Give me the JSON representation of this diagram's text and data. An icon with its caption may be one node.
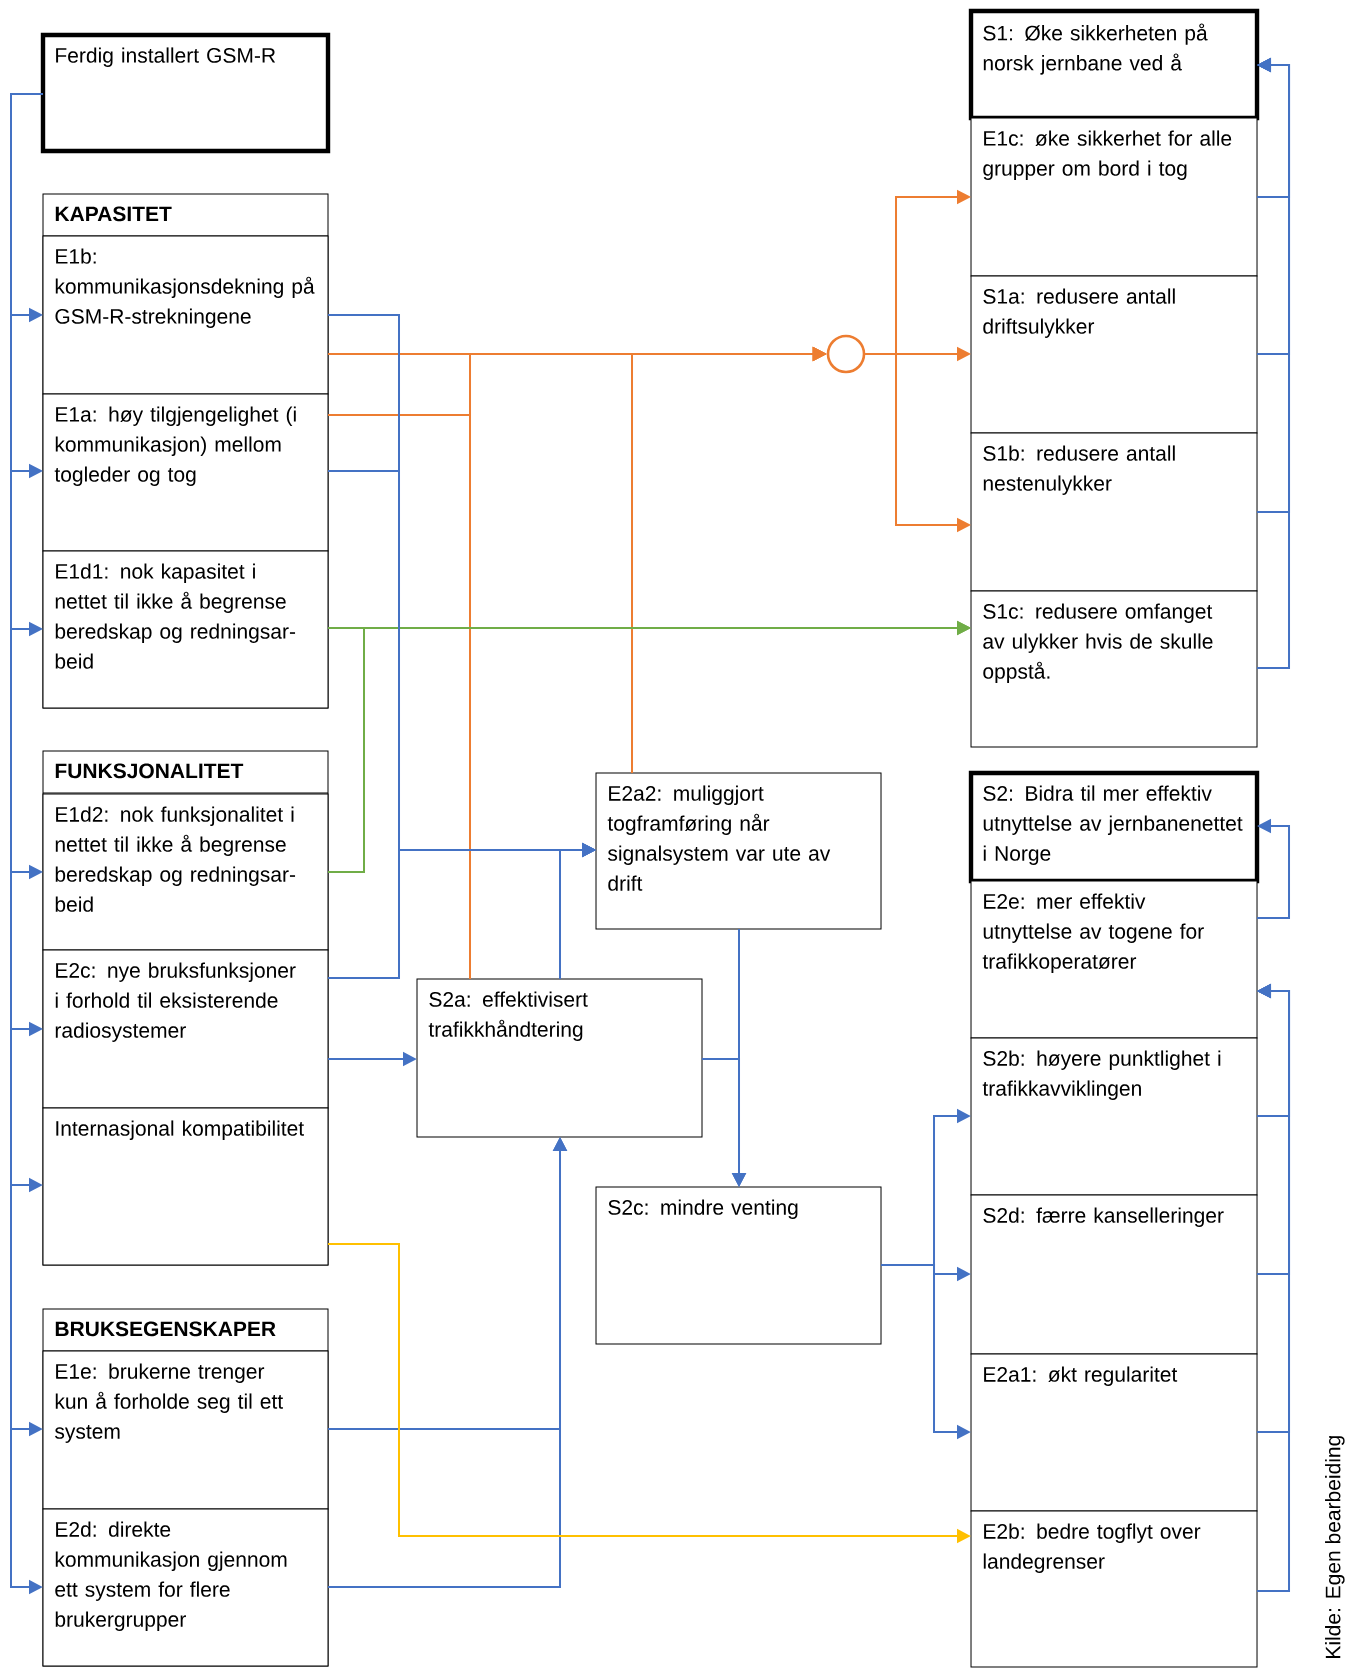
{
  "diagram": {
    "nodes": [
      {
        "text": [
          "Ferdig installert GSM-R"
        ]
      },
      {
        "text": [
          "KAPASITET"
        ]
      },
      {
        "text": [
          "E1b: kommunikasjonsdekning på GSM-R-strekningene"
        ],
        "in": 1
      },
      {
        "text": [
          "E1a: høy tilgjengelighet (i kommunikasjon) mellom togleder og tog"
        ],
        "in": 1
      },
      {
        "text": [
          "E1d1: nok kapasitet i nettet til ikke å begrense beredskap og redningsar-beid"
        ],
        "in": 1
      },
      {
        "text": [
          "FUNKSJONALITET"
        ]
      },
      {
        "text": [
          "E1d2: nok funksjonalitet i nettet til ikke å begrense beredskap og redningsar-beid"
        ],
        "in": 5
      },
      {
        "text": [
          "E2c: nye bruksfunksjoner i forhold til eksisterende radiosystemer"
        ],
        "in": 5
      },
      {
        "text": [
          "Internasjonal kompatibilitet"
        ],
        "in": 5
      },
      {
        "text": [
          "BRUKSEGENSKAPER"
        ]
      },
      {
        "text": [
          "E1e: brukerne trenger kun å forholde seg til ett system"
        ],
        "in": 9
      },
      {
        "text": [
          "E2d: direkte kommunikasjon gjennom ett system for flere brukergrupper"
        ],
        "in": 9
      },
      {
        "text": [
          "S1: Øke sikkerheten på norsk jernbane ved å"
        ]
      },
      {
        "text": [
          "E1c: øke sikkerhet for alle grupper om bord i tog"
        ]
      },
      {
        "text": [
          "S1a: redusere antall driftsulykker"
        ]
      },
      {
        "text": [
          "S1b: redusere antall nestenulykker"
        ]
      },
      {
        "text": [
          "S1c: redusere omfanget av ulykker hvis de skulle oppstå."
        ]
      },
      {
        "text": [],
        "shape": "circle"
      },
      {
        "text": [
          "E2a2: muliggjort togframføring når signalsystem var ute av drift"
        ]
      },
      {
        "text": [
          "S2a: effektivisert trafikkhåndtering"
        ]
      },
      {
        "text": [
          "S2c: mindre venting"
        ]
      },
      {
        "text": [
          "S2: Bidra til mer effektiv utnyttelse av jernbanenettet i Norge"
        ]
      },
      {
        "text": [
          "E2e: mer effektiv utnyttelse av togene for trafikkoperatører"
        ]
      },
      {
        "text": [
          "S2b: høyere punktlighet i trafikkavviklingen"
        ]
      },
      {
        "text": [
          "S2d: færre kanselleringer"
        ]
      },
      {
        "text": [
          "E2a1: økt regularitet"
        ]
      },
      {
        "text": [
          "E2b: bedre togflyt over landegrenser"
        ]
      }
    ],
    "edges": [
      {
        "from": 0,
        "to": 2,
        "arrow": "to"
      },
      {
        "from": 0,
        "to": 3,
        "arrow": "to"
      },
      {
        "from": 0,
        "to": 4,
        "arrow": "to"
      },
      {
        "from": 0,
        "to": 6,
        "arrow": "to"
      },
      {
        "from": 0,
        "to": 7,
        "arrow": "to"
      },
      {
        "from": 0,
        "to": 8,
        "arrow": "to"
      },
      {
        "from": 0,
        "to": 10,
        "arrow": "to"
      },
      {
        "from": 0,
        "to": 11,
        "arrow": "to"
      },
      {
        "from": 2,
        "to": 17,
        "arrow": "to",
        "color": "#ed7d31"
      },
      {
        "from": 3,
        "to": 17,
        "arrow": "to",
        "color": "#ed7d31"
      },
      {
        "from": 19,
        "to": 17,
        "arrow": "to",
        "color": "#ed7d31"
      },
      {
        "from": 18,
        "to": 17,
        "arrow": "to",
        "color": "#ed7d31"
      },
      {
        "from": 17,
        "to": 13,
        "arrow": "to",
        "color": "#ed7d31"
      },
      {
        "from": 17,
        "to": 14,
        "arrow": "to",
        "color": "#ed7d31"
      },
      {
        "from": 17,
        "to": 15,
        "arrow": "to",
        "color": "#ed7d31"
      },
      {
        "from": 4,
        "to": 16,
        "arrow": "to",
        "color": "#70ad47"
      },
      {
        "from": 6,
        "to": 16,
        "arrow": "to",
        "color": "#70ad47"
      },
      {
        "from": 2,
        "to": 18,
        "arrow": "to"
      },
      {
        "from": 3,
        "to": 18,
        "arrow": "to"
      },
      {
        "from": 7,
        "to": 18,
        "arrow": "to"
      },
      {
        "from": 19,
        "to": 18,
        "arrow": "to"
      },
      {
        "from": 7,
        "to": 19,
        "arrow": "to"
      },
      {
        "from": 10,
        "to": 19,
        "arrow": "to"
      },
      {
        "from": 11,
        "to": 19,
        "arrow": "to"
      },
      {
        "from": 18,
        "to": 20,
        "arrow": "to"
      },
      {
        "from": 19,
        "to": 20,
        "arrow": "to"
      },
      {
        "from": 20,
        "to": 23,
        "arrow": "to"
      },
      {
        "from": 20,
        "to": 24,
        "arrow": "to"
      },
      {
        "from": 20,
        "to": 25,
        "arrow": "to"
      },
      {
        "from": 8,
        "to": 26,
        "arrow": "to",
        "color": "#ffc000"
      },
      {
        "from": 13,
        "to": 12,
        "arrow": "to"
      },
      {
        "from": 14,
        "to": 12,
        "arrow": "to"
      },
      {
        "from": 15,
        "to": 12,
        "arrow": "to"
      },
      {
        "from": 16,
        "to": 12,
        "arrow": "to"
      },
      {
        "from": 22,
        "to": 21,
        "arrow": "to"
      },
      {
        "from": 23,
        "to": 22,
        "arrow": "to"
      },
      {
        "from": 24,
        "to": 22,
        "arrow": "to"
      },
      {
        "from": 25,
        "to": 22,
        "arrow": "to"
      },
      {
        "from": 26,
        "to": 22,
        "arrow": "to"
      }
    ],
    "labels": [
      "Kilde: Egen bearbeiding"
    ]
  }
}
